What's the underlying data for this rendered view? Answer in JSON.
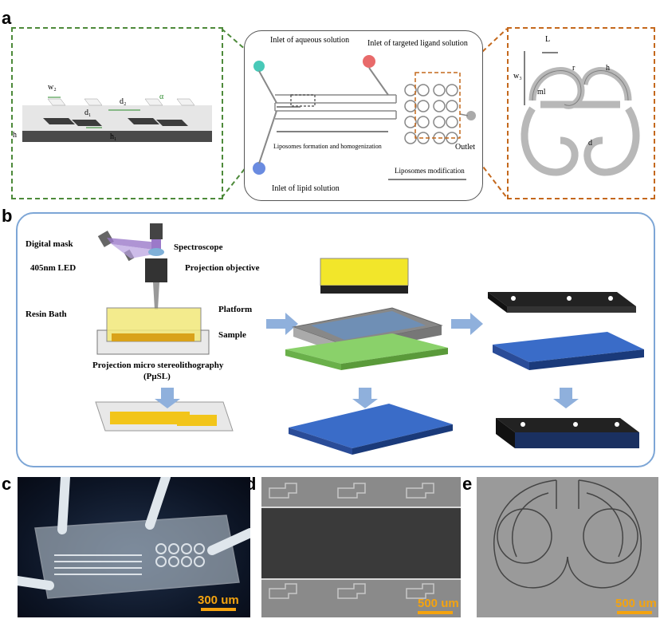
{
  "panels": {
    "a": "a",
    "b": "b",
    "c": "c",
    "d": "d",
    "e": "e"
  },
  "panel_a": {
    "left_labels": {
      "w": "w₂",
      "d1": "d₁",
      "d2": "d₂",
      "alpha": "α",
      "h1": "h",
      "h2": "h₁"
    },
    "chip_labels": {
      "inlet_aqueous": "Inlet of aqueous solution",
      "inlet_ligand": "Inlet of targeted ligand solution",
      "inlet_lipid": "Inlet of lipid solution",
      "outlet": "Outlet",
      "formation": "Liposomes formation and homogenization",
      "modification": "Liposomes modification"
    },
    "right_labels": {
      "L": "L",
      "r": "r",
      "h": "h",
      "w": "w₃",
      "ml": "ml",
      "d": "d"
    }
  },
  "panel_b": {
    "digital_mask": "Digital mask",
    "led": "405nm LED",
    "spectroscope": "Spectroscope",
    "objective": "Projection objective",
    "resin_bath": "Resin Bath",
    "platform": "Platform",
    "sample": "Sample",
    "title_line1": "Projection micro stereolithography",
    "title_line2": "(PμSL)"
  },
  "scale_bars": {
    "c": "300 um",
    "d": "500 um",
    "e": "500 um"
  },
  "colors": {
    "green_dash": "#4d8a3a",
    "orange_dash": "#c4681c",
    "panel_b_border": "#7da6d6",
    "arrow_blue": "#8fb0dc",
    "yellow": "#f2e62a",
    "scale_orange": "#f4a30f"
  }
}
